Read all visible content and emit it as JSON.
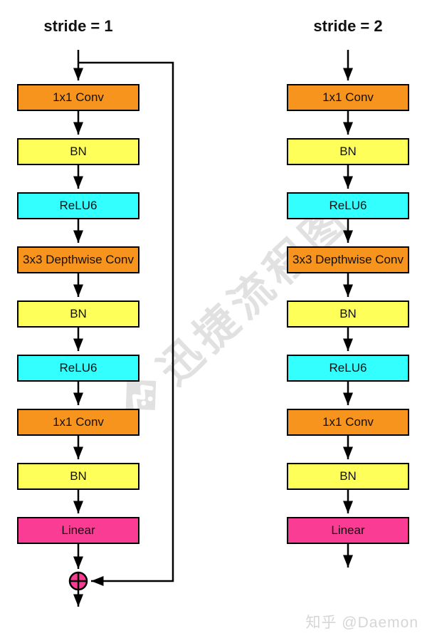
{
  "colors": {
    "conv": "#F7941E",
    "bn": "#FFFF5A",
    "relu": "#33FFFF",
    "linear": "#FA3C94",
    "line": "#000000",
    "watermark_gray": "#C9C9C9"
  },
  "columns": [
    {
      "title": "stride = 1",
      "has_residual_connection": true,
      "nodes": [
        {
          "label": "1x1 Conv",
          "type": "conv"
        },
        {
          "label": "BN",
          "type": "bn"
        },
        {
          "label": "ReLU6",
          "type": "relu"
        },
        {
          "label": "3x3 Depthwise Conv",
          "type": "conv"
        },
        {
          "label": "BN",
          "type": "bn"
        },
        {
          "label": "ReLU6",
          "type": "relu"
        },
        {
          "label": "1x1 Conv",
          "type": "conv"
        },
        {
          "label": "BN",
          "type": "bn"
        },
        {
          "label": "Linear",
          "type": "linear"
        }
      ],
      "merge_symbol": "elementwise-add"
    },
    {
      "title": "stride = 2",
      "has_residual_connection": false,
      "nodes": [
        {
          "label": "1x1 Conv",
          "type": "conv"
        },
        {
          "label": "BN",
          "type": "bn"
        },
        {
          "label": "ReLU6",
          "type": "relu"
        },
        {
          "label": "3x3 Depthwise Conv",
          "type": "conv"
        },
        {
          "label": "BN",
          "type": "bn"
        },
        {
          "label": "ReLU6",
          "type": "relu"
        },
        {
          "label": "1x1 Conv",
          "type": "conv"
        },
        {
          "label": "BN",
          "type": "bn"
        },
        {
          "label": "Linear",
          "type": "linear"
        }
      ]
    }
  ],
  "watermark": {
    "text": "迅捷流程图",
    "credit": "知乎 @Daemon"
  }
}
